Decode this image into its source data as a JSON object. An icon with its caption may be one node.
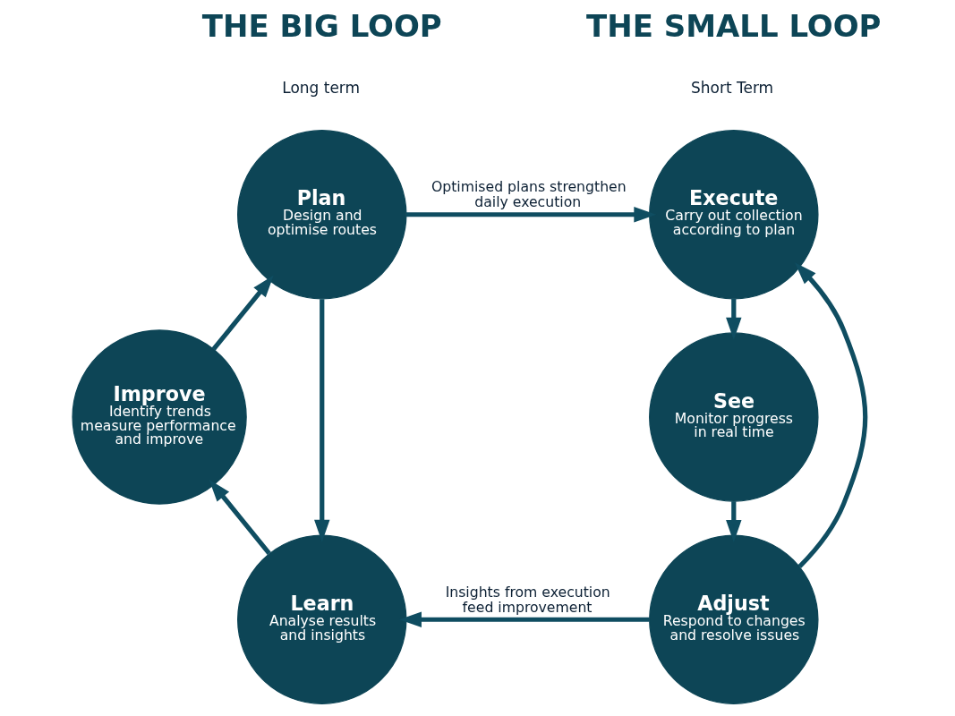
{
  "diagram": {
    "nodes": [
      {
        "text": [
          "Plan",
          "Design and optimise routes"
        ]
      },
      {
        "text": [
          "Execute",
          "Carry out collection according to plan"
        ]
      },
      {
        "text": [
          "Improve",
          "Identify trends measure performance and improve"
        ]
      },
      {
        "text": [
          "See",
          "Monitor progress in real time"
        ]
      },
      {
        "text": [
          "Learn",
          "Analyse results and insights"
        ]
      },
      {
        "text": [
          "Adjust",
          "Respond to changes and resolve issues"
        ]
      }
    ],
    "edges": [
      {
        "from": 0,
        "to": 1,
        "arrow": "to",
        "label": "Optimised plans strengthen daily execution"
      },
      {
        "from": 0,
        "to": 4,
        "arrow": "to"
      },
      {
        "from": 4,
        "to": 2,
        "arrow": "to"
      },
      {
        "from": 2,
        "to": 0,
        "arrow": "to"
      },
      {
        "from": 1,
        "to": 3,
        "arrow": "to"
      },
      {
        "from": 3,
        "to": 5,
        "arrow": "to"
      },
      {
        "from": 5,
        "to": 1,
        "arrow": "to"
      },
      {
        "from": 5,
        "to": 4,
        "arrow": "to",
        "label": "Insights from execution feed improvement"
      }
    ],
    "labels": [
      "THE BIG LOOP",
      "Long term",
      "THE SMALL LOOP",
      "Short Term"
    ]
  }
}
